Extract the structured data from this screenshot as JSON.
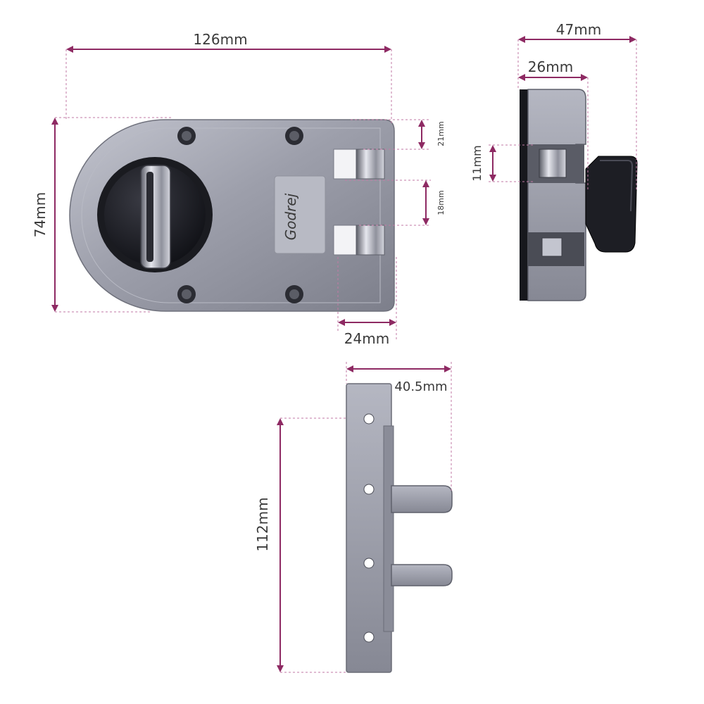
{
  "colors": {
    "dimension": "#8e2a63",
    "extension": "#c27aa5",
    "metal": "#9a9ca8",
    "metal_dark": "#5f616c",
    "knob": "#1b1c22",
    "chrome": "#c8cad4"
  },
  "front_view": {
    "width": "126mm",
    "height": "74mm",
    "bolt_offset_top": "21mm",
    "bolt_gap": "18mm",
    "bolt_projection": "24mm",
    "brand_mark": "Godrej"
  },
  "side_view": {
    "depth_total": "47mm",
    "depth_body": "26mm",
    "bolt_height": "11mm"
  },
  "striker_view": {
    "height": "112mm",
    "depth": "40.5mm"
  }
}
